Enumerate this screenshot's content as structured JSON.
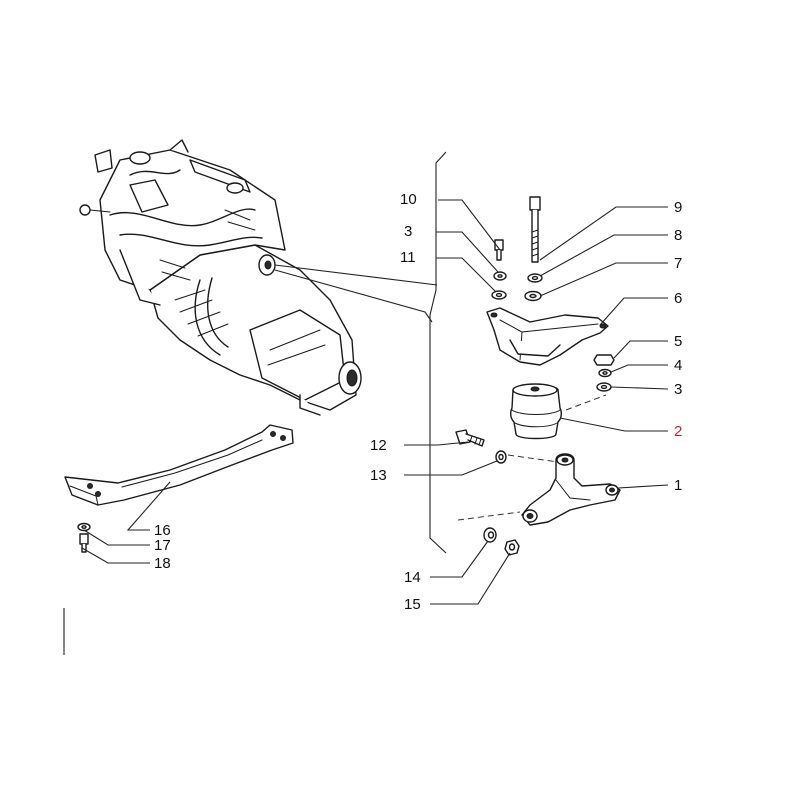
{
  "callouts": [
    {
      "id": "c1",
      "text": "1",
      "part": "engine mount support bracket"
    },
    {
      "id": "c2",
      "text": "2",
      "part": "rubber mount",
      "highlight": true
    },
    {
      "id": "c3a",
      "text": "3",
      "part": "washer"
    },
    {
      "id": "c3b",
      "text": "3",
      "part": "washer"
    },
    {
      "id": "c4",
      "text": "4",
      "part": "lock washer"
    },
    {
      "id": "c5",
      "text": "5",
      "part": "nut"
    },
    {
      "id": "c6",
      "text": "6",
      "part": "upper bracket"
    },
    {
      "id": "c7",
      "text": "7",
      "part": "washer"
    },
    {
      "id": "c8",
      "text": "8",
      "part": "lock washer"
    },
    {
      "id": "c9",
      "text": "9",
      "part": "bolt"
    },
    {
      "id": "c10",
      "text": "10",
      "part": "bolt"
    },
    {
      "id": "c11",
      "text": "11",
      "part": "washer"
    },
    {
      "id": "c12",
      "text": "12",
      "part": "bolt"
    },
    {
      "id": "c13",
      "text": "13",
      "part": "spacer"
    },
    {
      "id": "c14",
      "text": "14",
      "part": "bushing"
    },
    {
      "id": "c15",
      "text": "15",
      "part": "nut"
    },
    {
      "id": "c16",
      "text": "16",
      "part": "crossmember"
    },
    {
      "id": "c17",
      "text": "17",
      "part": "washer"
    },
    {
      "id": "c18",
      "text": "18",
      "part": "bolt"
    }
  ],
  "highlight_color": "#c2262e"
}
